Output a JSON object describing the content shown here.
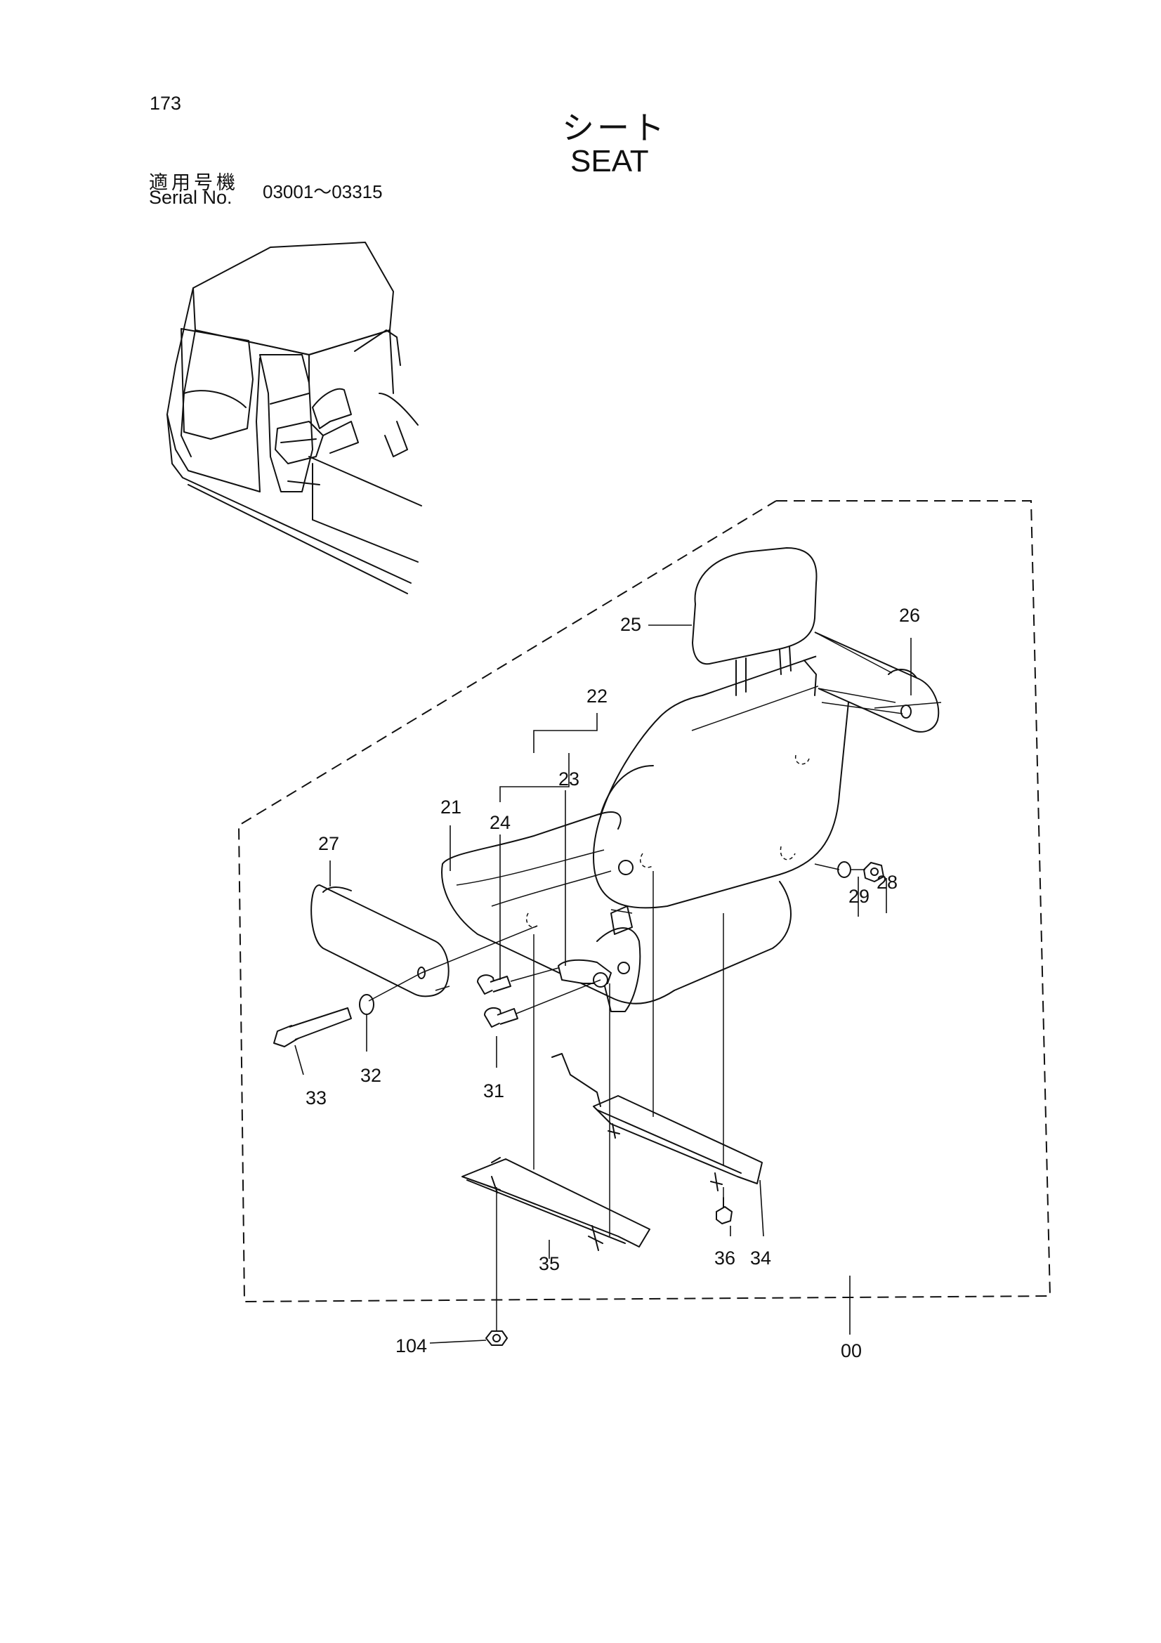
{
  "header": {
    "page_number": "173",
    "title_jp": "シート",
    "title_en": "SEAT",
    "serial_label_jp": "適用号機",
    "serial_label_en": "Serial No.",
    "serial_range": "03001～03315"
  },
  "diagram": {
    "callouts": [
      {
        "id": "c00",
        "label": "00"
      },
      {
        "id": "c21",
        "label": "21"
      },
      {
        "id": "c22",
        "label": "22"
      },
      {
        "id": "c23",
        "label": "23"
      },
      {
        "id": "c24",
        "label": "24"
      },
      {
        "id": "c25",
        "label": "25"
      },
      {
        "id": "c26",
        "label": "26"
      },
      {
        "id": "c27",
        "label": "27"
      },
      {
        "id": "c28",
        "label": "28"
      },
      {
        "id": "c29",
        "label": "29"
      },
      {
        "id": "c31",
        "label": "31"
      },
      {
        "id": "c32",
        "label": "32"
      },
      {
        "id": "c33",
        "label": "33"
      },
      {
        "id": "c34",
        "label": "34"
      },
      {
        "id": "c35",
        "label": "35"
      },
      {
        "id": "c36",
        "label": "36"
      },
      {
        "id": "c104",
        "label": "104"
      }
    ]
  }
}
